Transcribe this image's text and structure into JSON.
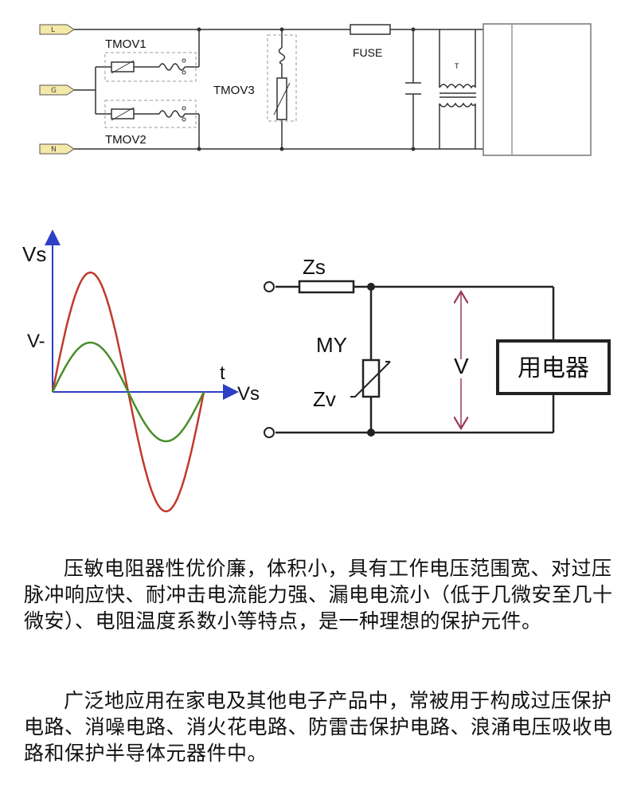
{
  "top_circuit": {
    "terminals": [
      "L",
      "G",
      "N"
    ],
    "labels": {
      "tmov1": "TMOV1",
      "tmov2": "TMOV2",
      "tmov3": "TMOV3",
      "fuse": "FUSE",
      "transformer": "T"
    }
  },
  "waveform": {
    "y_label": "Vs",
    "level_label": "V-",
    "t_label": "t",
    "x_label": "Vs",
    "colors": {
      "surge": "#c0392b",
      "clamped": "#4a8c2a",
      "axis": "#2c3fc7"
    }
  },
  "protection_circuit": {
    "zs_label": "Zs",
    "my_label": "MY",
    "zv_label": "Zv",
    "v_label": "V",
    "load_label": "用电器",
    "arrow_color": "#9b3a5a"
  },
  "paragraphs": [
    "压敏电阻器性优价廉，体积小，具有工作电压范围宽、对过压脉冲响应快、耐冲击电流能力强、漏电电流小（低于几微安至几十微安）、电阻温度系数小等特点，是一种理想的保护元件。",
    "广泛地应用在家电及其他电子产品中，常被用于构成过压保护电路、消噪电路、消火花电路、防雷击保护电路、浪涌电压吸收电路和保护半导体元器件中。"
  ]
}
